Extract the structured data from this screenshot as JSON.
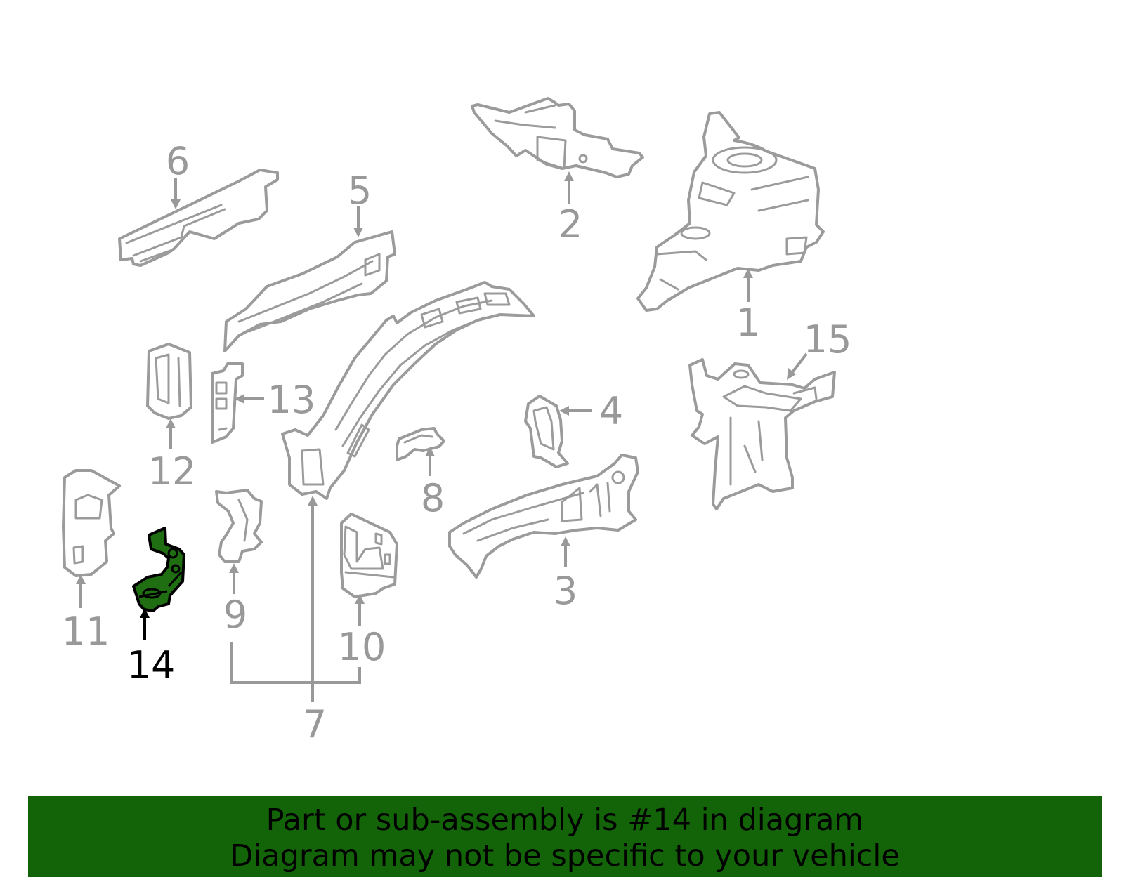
{
  "diagram": {
    "highlighted_part": "14",
    "highlight_color": "#1f6e12",
    "part_color": "#9b9b9b",
    "labels": {
      "p1": "1",
      "p2": "2",
      "p3": "3",
      "p4": "4",
      "p5": "5",
      "p6": "6",
      "p7": "7",
      "p8": "8",
      "p9": "9",
      "p10": "10",
      "p11": "11",
      "p12": "12",
      "p13": "13",
      "p14": "14",
      "p15": "15"
    }
  },
  "banner": {
    "background": "#136308",
    "line1": "Part or sub-assembly is #14 in diagram",
    "line2": "Diagram may not be specific to your vehicle"
  }
}
